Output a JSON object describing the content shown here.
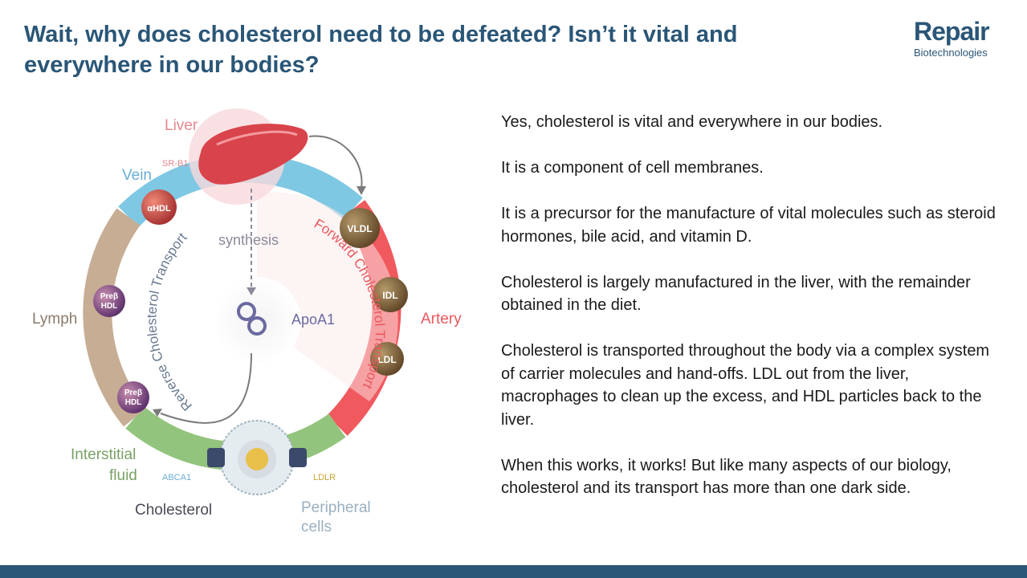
{
  "slide": {
    "title": "Wait, why does cholesterol need to be defeated? Isn’t it vital and everywhere in our bodies?",
    "logo": {
      "main": "Repair",
      "sub": "Biotechnologies"
    },
    "paragraphs": [
      "Yes, cholesterol is vital and everywhere in our bodies.",
      "It is a component of cell membranes.",
      "It is a precursor for the manufacture of vital molecules such as steroid hormones, bile acid, and vitamin D.",
      "Cholesterol is largely manufactured in the liver, with the remainder obtained in the diet.",
      "Cholesterol is transported throughout the body via a complex system of carrier molecules and hand-offs. LDL out from the liver, macrophages to clean up the excess, and HDL particles back to the liver.",
      "When this works, it works! But like many aspects of our biology, cholesterol and its transport has more than one dark side."
    ]
  },
  "diagram": {
    "labels": {
      "liver": "Liver",
      "srb1": "SR-B1",
      "vein": "Vein",
      "synthesis": "synthesis",
      "lymph": "Lymph",
      "apoa1": "ApoA1",
      "artery": "Artery",
      "interstitial_1": "Interstitial",
      "interstitial_2": "fluid",
      "abca1": "ABCA1",
      "ldlr": "LDLR",
      "cholesterol": "Cholesterol",
      "peripheral_1": "Peripheral",
      "peripheral_2": "cells",
      "forward": "Forward Cholesterol Transport",
      "reverse": "Reverse Cholesterol Transport"
    },
    "particles": {
      "vldl": "VLDL",
      "idl": "IDL",
      "ldl": "LDL",
      "ahdl": "αHDL",
      "preb1_a": "Preβ",
      "preb1_b": "HDL",
      "preb2_a": "Preβ",
      "preb2_b": "HDL"
    },
    "colors": {
      "vein": "#7ec8e3",
      "artery": "#f0595e",
      "lymph": "#c6ad94",
      "interstitial": "#93c47d",
      "liver": "#d9434b",
      "title": "#2a5677"
    }
  }
}
